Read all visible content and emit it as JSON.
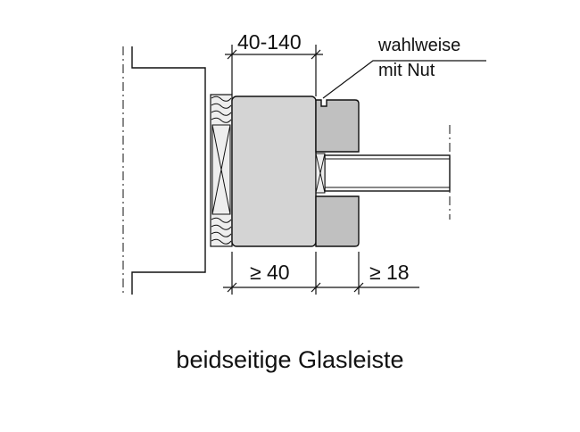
{
  "dimensions": {
    "top": "40-140",
    "bottom_left": "≥ 40",
    "bottom_right": "≥ 18"
  },
  "note": {
    "line1": "wahlweise",
    "line2": "mit Nut"
  },
  "caption": "beidseitige Glasleiste",
  "colors": {
    "line": "#111111",
    "block_fill": "#d4d4d4",
    "bead_fill": "#c0c0c0",
    "insulation_fill": "#eeeeee",
    "glass_fill": "#ffffff"
  }
}
